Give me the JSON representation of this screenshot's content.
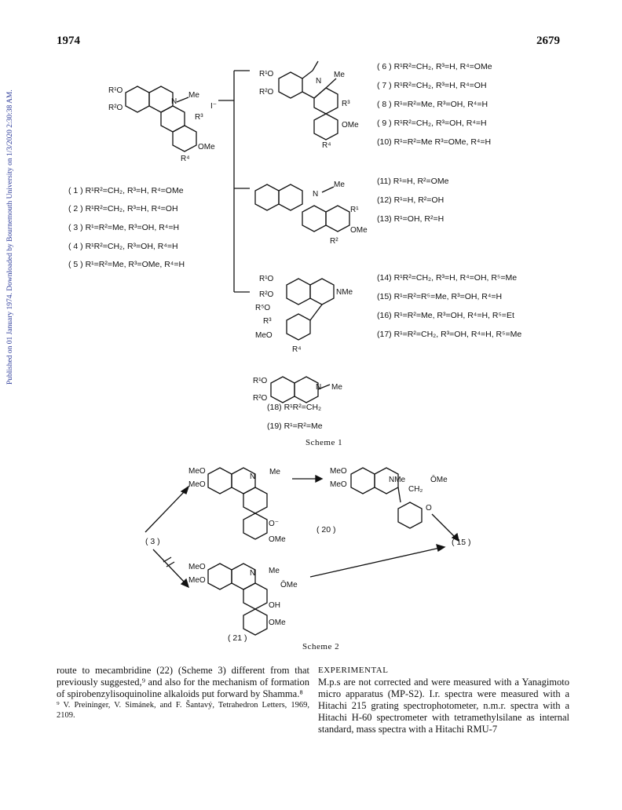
{
  "header": {
    "year": "1974",
    "page": "2679"
  },
  "side_note": "Published on 01 January 1974. Downloaded by Bournemouth University on 1/3/2020 2:30:38 AM.",
  "scheme1": {
    "caption": "Scheme 1",
    "left_list": [
      "( 1 ) R¹R²=CH₂, R³=H, R⁴=OMe",
      "( 2 ) R¹R²=CH₂, R³=H, R⁴=OH",
      "( 3 ) R¹=R²=Me, R³=OH, R⁴=H",
      "( 4 ) R¹R²=CH₂, R³=OH, R⁴=H",
      "( 5 ) R¹=R²=Me, R³=OMe, R⁴=H"
    ],
    "group_a": [
      "( 6 ) R¹R²=CH₂, R³=H, R⁴=OMe",
      "( 7 ) R¹R²=CH₂, R³=H, R⁴=OH",
      "( 8 ) R¹=R²=Me, R³=OH, R⁴=H",
      "( 9 ) R¹R²=CH₂, R³=OH, R⁴=H",
      "(10) R¹=R²=Me R³=OMe, R⁴=H"
    ],
    "group_b": [
      "(11) R¹=H, R²=OMe",
      "(12) R¹=H, R²=OH",
      "(13) R¹=OH, R²=H"
    ],
    "group_c": [
      "(14) R¹R²=CH₂, R³=H, R⁴=OH, R⁵=Me",
      "(15) R¹=R²=R⁵=Me, R³=OH, R⁴=H",
      "(16) R¹=R²=Me, R³=OH, R⁴=H, R⁵=Et",
      "(17) R¹=R²=CH₂, R³=OH, R⁴=H, R⁵=Me"
    ],
    "group_d": [
      "(18) R¹R²=CH₂",
      "(19) R¹=R²=Me"
    ]
  },
  "scheme2": {
    "caption": "Scheme 2",
    "labels": {
      "c3": "( 3 )",
      "c20": "( 20 )",
      "c21": "( 21 )",
      "c15": "( 15 )"
    }
  },
  "body": {
    "left_para": "route to mecambridine (22) (Scheme 3) different from that previously suggested,⁹ and also for the mechanism of formation of spirobenzylisoquinoline alkaloids put forward by Shamma.⁸",
    "footnote": "⁹ V. Preininger, V. Simánek, and F. Šantavý, Tetrahedron Letters, 1969, 2109.",
    "exp_heading": "EXPERIMENTAL",
    "right_para": "M.p.s are not corrected and were measured with a Yanagimoto micro apparatus (MP-S2). I.r. spectra were measured with a Hitachi 215 grating spectrophotometer, n.m.r. spectra with a Hitachi H-60 spectrometer with tetramethylsilane as internal standard, mass spectra with a Hitachi RMU-7"
  }
}
